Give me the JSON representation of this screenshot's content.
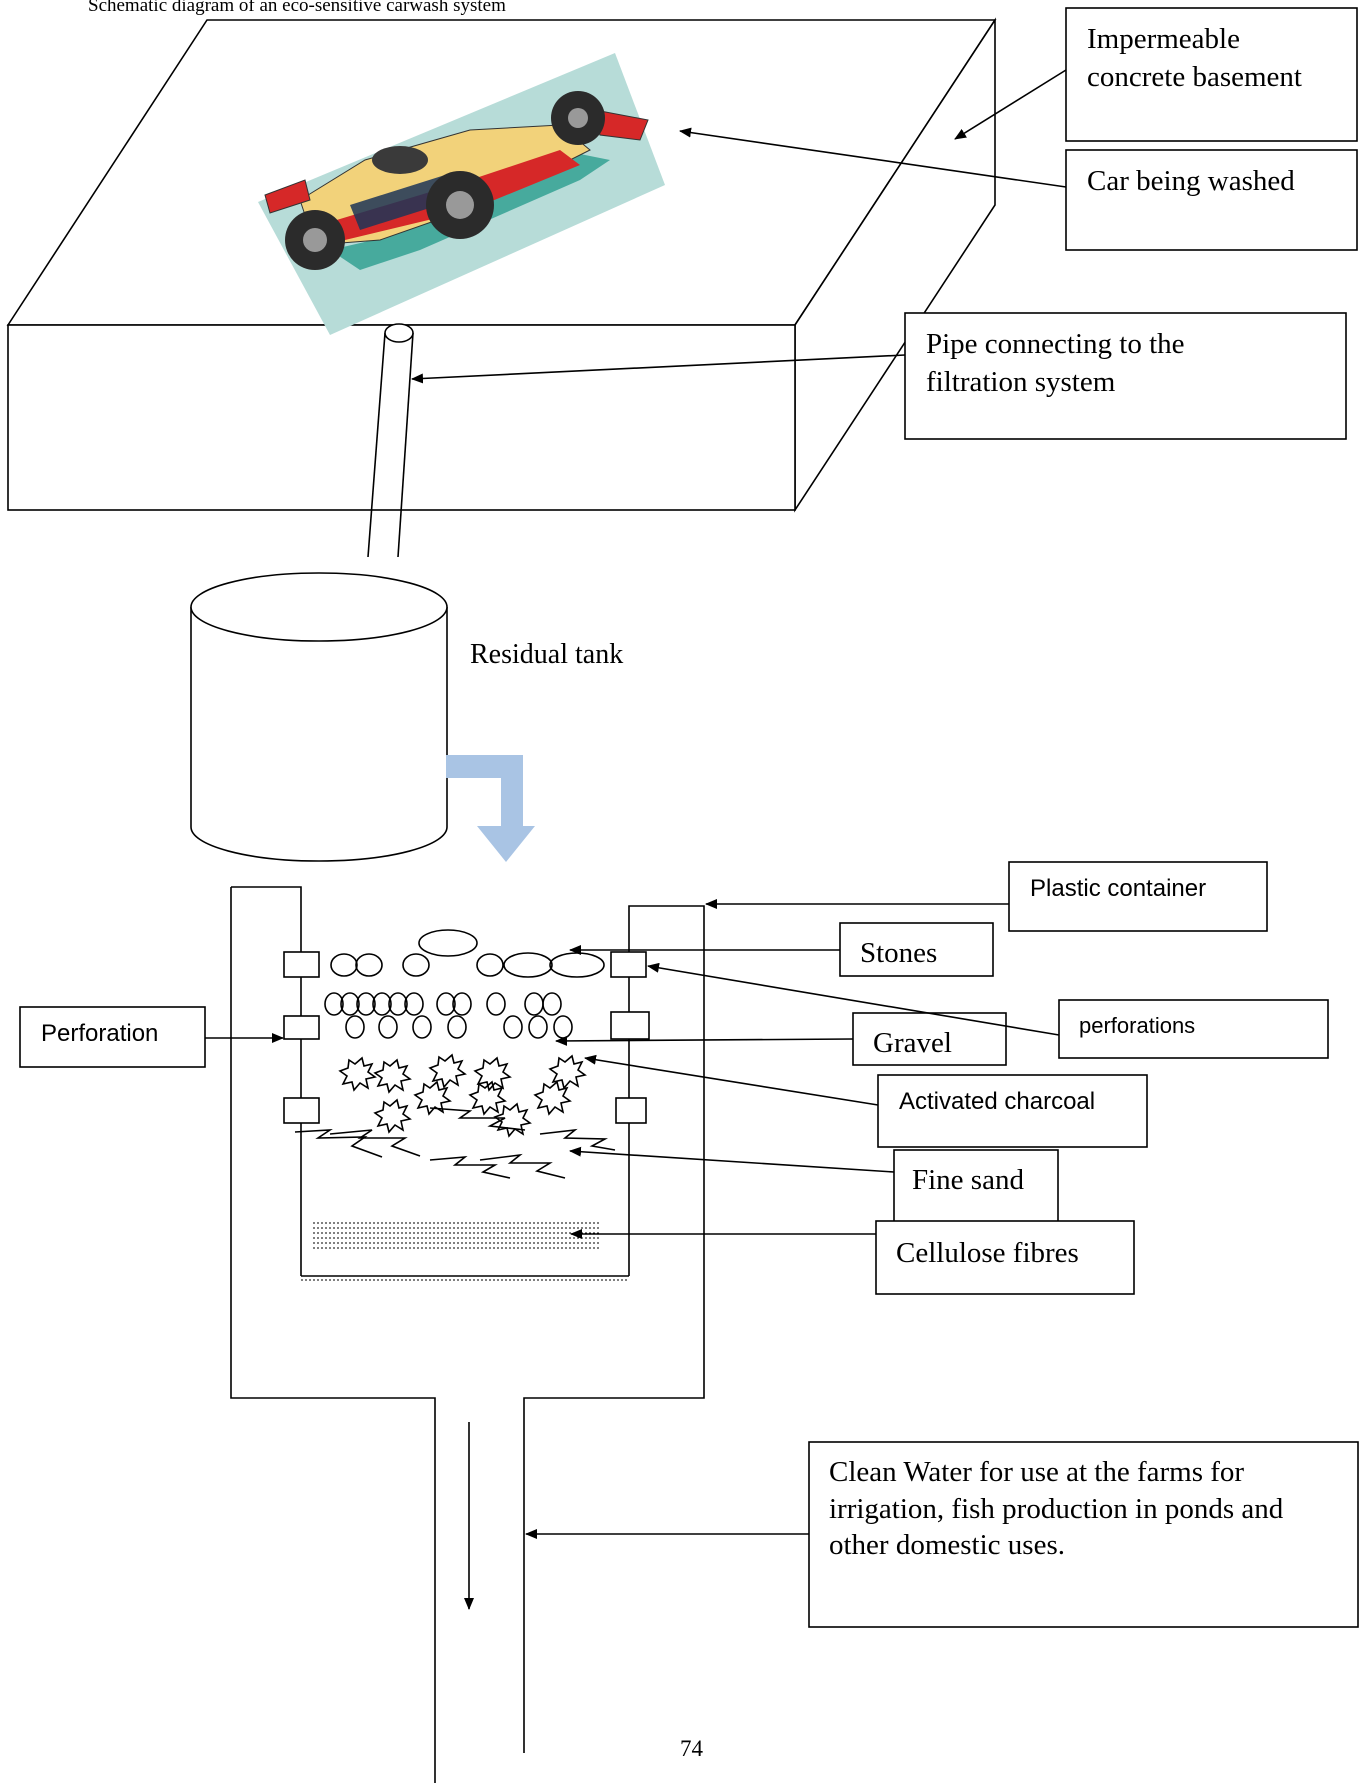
{
  "title": "Schematic diagram of an eco-sensitive carwash system",
  "labels": {
    "basement": [
      "Impermeable",
      "concrete basement"
    ],
    "car": "Car being washed",
    "pipe": [
      "Pipe connecting to the",
      "filtration system"
    ],
    "residual_tank": "Residual tank",
    "plastic_container": "Plastic container",
    "stones": "Stones",
    "perforations": "perforations",
    "perforation": "Perforation",
    "gravel": "Gravel",
    "charcoal": "Activated charcoal",
    "fine_sand": "Fine sand",
    "cellulose": "Cellulose fibres",
    "clean_water": [
      "Clean Water for use at the farms for",
      "irrigation, fish production in ponds and",
      "other domestic uses."
    ]
  },
  "page_number": "74",
  "colors": {
    "flow_arrow": "#a9c4e4",
    "car_backdrop": "#b7dcd8",
    "car_body": "#f2d27a",
    "car_red": "#d62828",
    "car_tyre": "#2b2b2b"
  }
}
